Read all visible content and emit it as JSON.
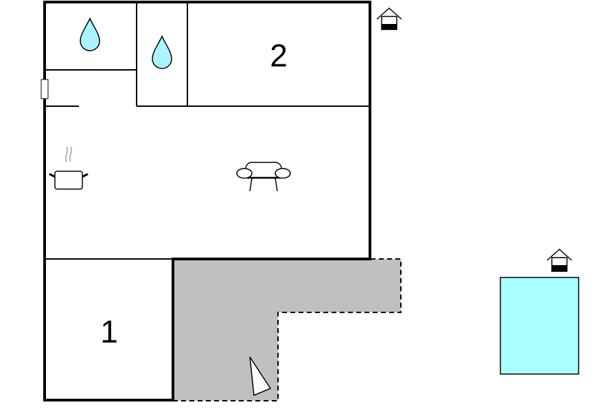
{
  "floor_plan": {
    "rooms": [
      {
        "id": "bedroom_1",
        "label": "1"
      },
      {
        "id": "bedroom_2",
        "label": "2"
      }
    ],
    "icons": [
      "water-drop-icon",
      "water-drop-icon",
      "cooking-pot-icon",
      "sofa-icon",
      "house-icon",
      "house-icon",
      "compass-arrow-icon",
      "door-icon"
    ],
    "colors": {
      "wall": "#000000",
      "terrace": "#c0c0c0",
      "pool": "#aaffff",
      "water": "#aaf4ff",
      "background": "#ffffff"
    }
  }
}
